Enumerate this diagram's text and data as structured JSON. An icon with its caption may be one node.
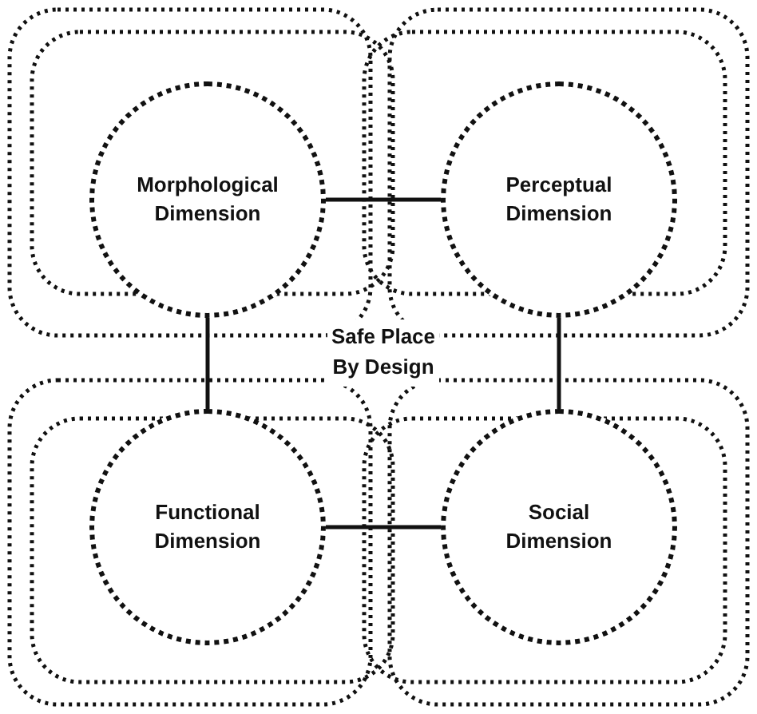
{
  "diagram": {
    "nodes": [
      {
        "text": [
          "Morphological Dimension"
        ]
      },
      {
        "text": [
          "Perceptual Dimension"
        ]
      },
      {
        "text": [
          "Functional Dimension"
        ]
      },
      {
        "text": [
          "Social Dimension"
        ]
      }
    ],
    "edges": [
      {
        "from": 0,
        "to": 1,
        "arrow": "none"
      },
      {
        "from": 0,
        "to": 2,
        "arrow": "none"
      },
      {
        "from": 1,
        "to": 3,
        "arrow": "none"
      },
      {
        "from": 2,
        "to": 3,
        "arrow": "none"
      }
    ],
    "labels": [
      "Safe Place By Design"
    ]
  }
}
